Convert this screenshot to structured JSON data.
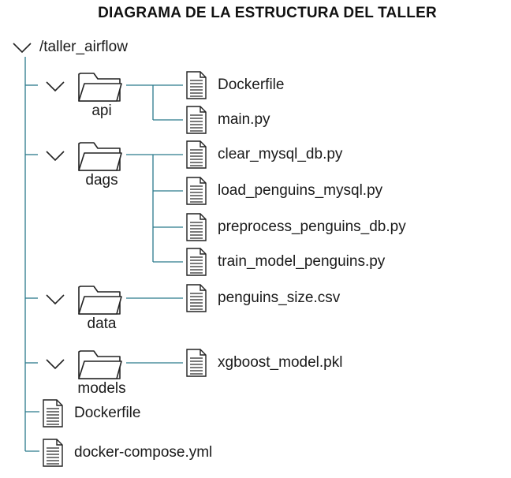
{
  "title": "DIAGRAMA DE LA ESTRUCTURA DEL TALLER",
  "root": {
    "label": "/taller_airflow",
    "icon": "chevron-down-icon"
  },
  "folders": {
    "api": {
      "label": "api",
      "files": [
        "Dockerfile",
        "main.py"
      ]
    },
    "dags": {
      "label": "dags",
      "files": [
        "clear_mysql_db.py",
        "load_penguins_mysql.py",
        "preprocess_penguins_db.py",
        "train_model_penguins.py"
      ]
    },
    "data": {
      "label": "data",
      "files": [
        "penguins_size.csv"
      ]
    },
    "models": {
      "label": "models",
      "files": [
        "xgboost_model.pkl"
      ]
    }
  },
  "root_files": [
    "Dockerfile",
    "docker-compose.yml"
  ],
  "colors": {
    "connector": "#2b7a8c",
    "icon": "#222222",
    "text": "#1a1a1a"
  }
}
